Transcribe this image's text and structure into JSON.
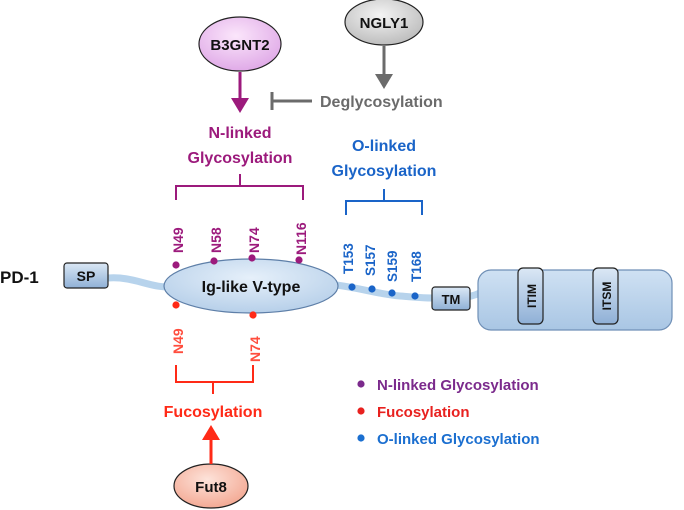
{
  "enzymes": {
    "b3gnt2": "B3GNT2",
    "ngly1": "NGLY1",
    "fut8": "Fut8"
  },
  "processes": {
    "deglycosylation": "Deglycosylation",
    "n_linked_line1": "N-linked",
    "n_linked_line2": "Glycosylation",
    "o_linked_line1": "O-linked",
    "o_linked_line2": "Glycosylation",
    "fucosylation": "Fucosylation"
  },
  "protein": {
    "name": "PD-1",
    "signal_peptide": "SP",
    "domain": "Ig-like V-type",
    "transmembrane": "TM",
    "motif_1": "ITIM",
    "motif_2": "ITSM"
  },
  "sites": {
    "n_linked": [
      "N49",
      "N58",
      "N74",
      "N116"
    ],
    "o_linked": [
      "T153",
      "S157",
      "S159",
      "T168"
    ],
    "fucosylation": [
      "N49",
      "N74"
    ]
  },
  "legend": [
    {
      "label": "N-linked Glycosylation",
      "color": "#7b2a8c"
    },
    {
      "label": "Fucosylation",
      "color": "#e8211f"
    },
    {
      "label": "O-linked Glycosylation",
      "color": "#1b6fd0"
    }
  ],
  "colors": {
    "n_linked": "#9c1a7c",
    "o_linked": "#1a64c8",
    "fucosylation": "#ff2a17",
    "inhibition": "#6b6b6b",
    "protein_fill": "#b7d3ec"
  }
}
